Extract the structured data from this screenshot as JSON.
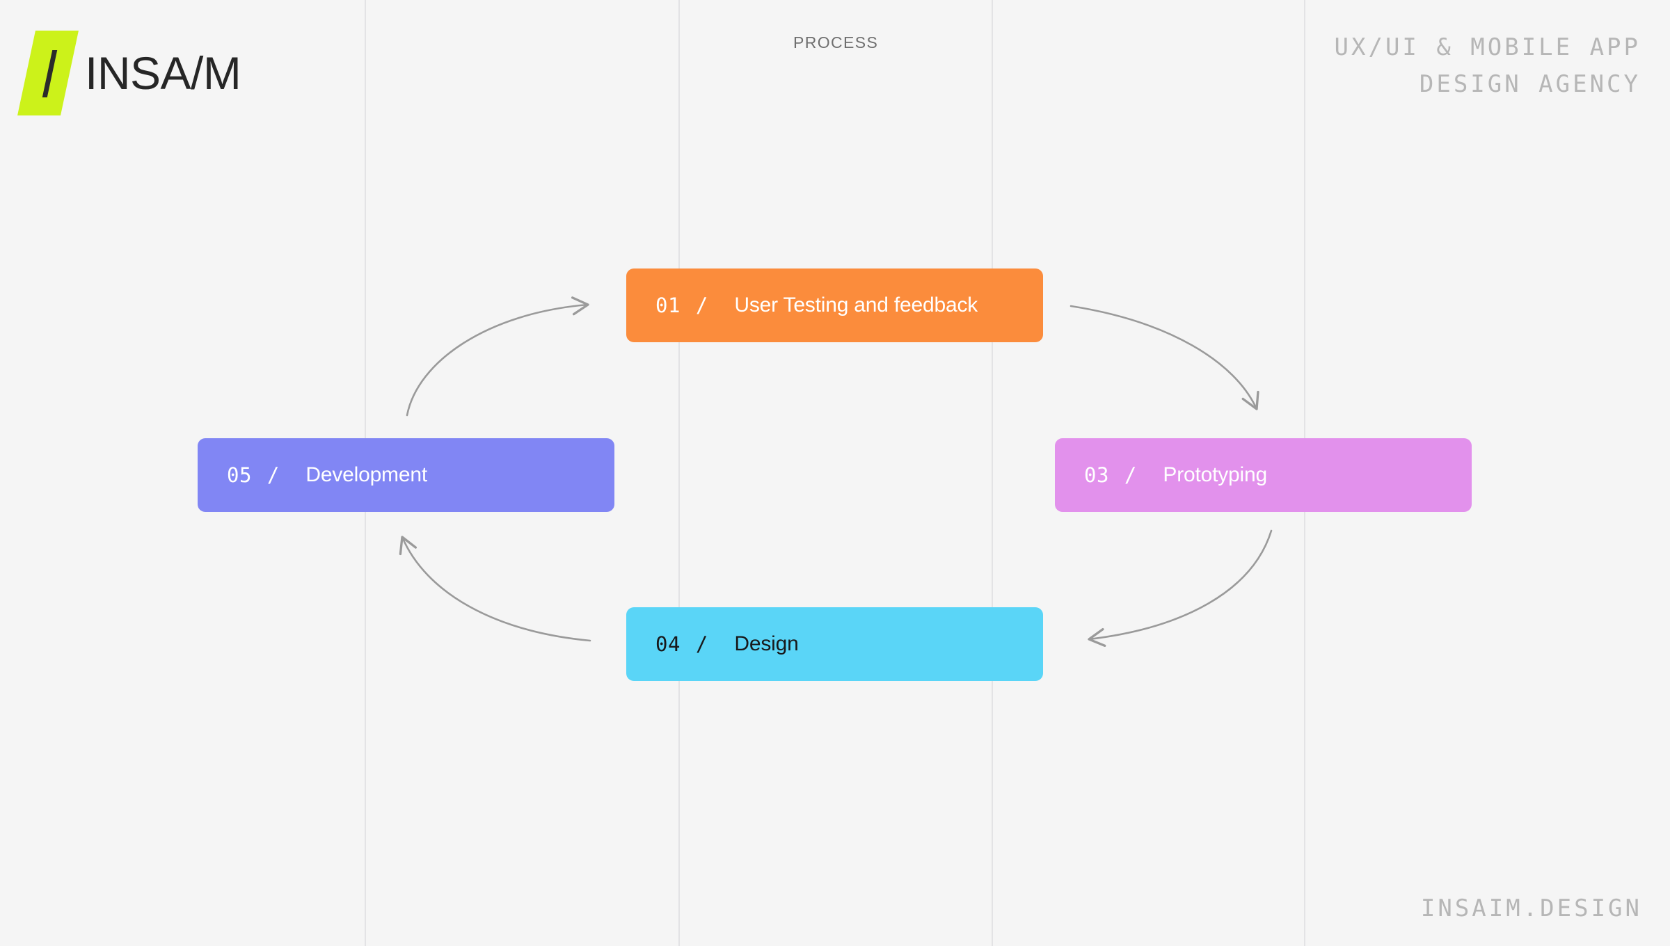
{
  "page": {
    "background_color": "#f5f5f5",
    "grid_line_color": "#e3e3e5",
    "grid_line_x": [
      524,
      975,
      1425,
      1874
    ]
  },
  "brand": {
    "logo_mark_color": "#ccf21a",
    "logo_mark_letter": "I",
    "wordmark": "INSA/M",
    "wordmark_color": "#262626"
  },
  "header": {
    "section_label": "PROCESS",
    "section_label_color": "#6f6f6f",
    "tagline_line1": "UX/UI & MOBILE APP",
    "tagline_line2": "DESIGN AGENCY",
    "tagline_color": "#b6b6b6"
  },
  "footer": {
    "url": "INSAIM.DESIGN",
    "url_color": "#b6b6b6"
  },
  "diagram": {
    "type": "cycle",
    "separator": "/",
    "arrow_color": "#9a9a9a",
    "steps": [
      {
        "number": "01",
        "title": "User Testing and feedback",
        "color": "#fb8c3c",
        "text_color": "#ffffff",
        "position": "top"
      },
      {
        "number": "03",
        "title": "Prototyping",
        "color": "#e291ec",
        "text_color": "#ffffff",
        "position": "right"
      },
      {
        "number": "04",
        "title": "Design",
        "color": "#5ad5f7",
        "text_color": "#18191b",
        "position": "bottom"
      },
      {
        "number": "05",
        "title": "Development",
        "color": "#8186f4",
        "text_color": "#ffffff",
        "position": "left"
      }
    ],
    "arrows": [
      {
        "from": "01",
        "to": "03",
        "direction": "top-to-right"
      },
      {
        "from": "03",
        "to": "04",
        "direction": "right-to-bottom"
      },
      {
        "from": "04",
        "to": "05",
        "direction": "bottom-to-left"
      },
      {
        "from": "05",
        "to": "01",
        "direction": "left-to-top"
      }
    ]
  }
}
